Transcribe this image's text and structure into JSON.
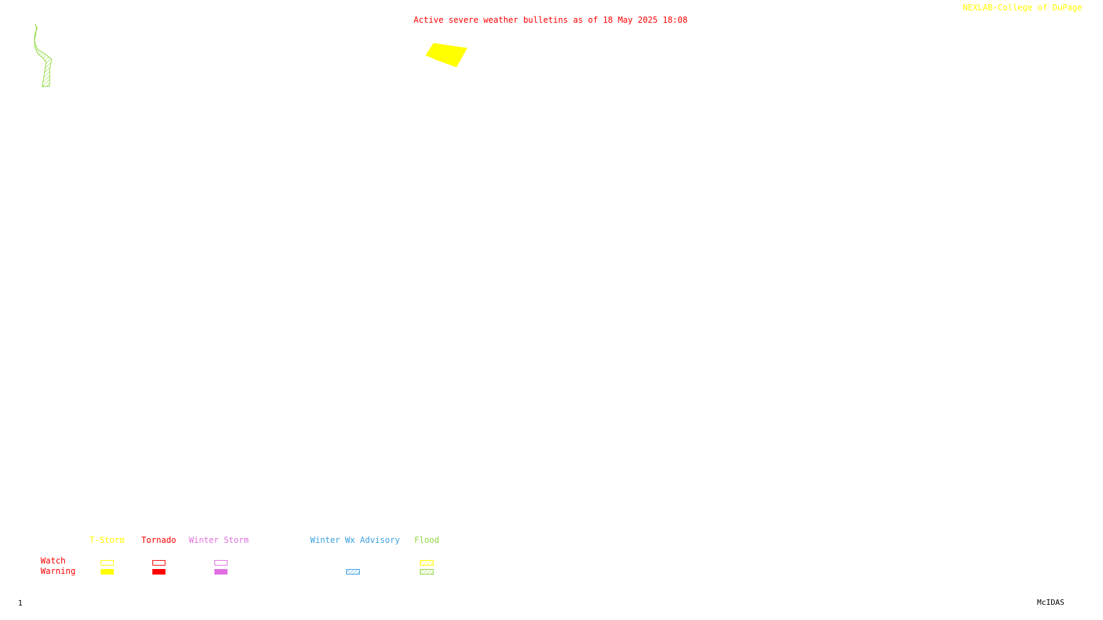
{
  "header": {
    "title": "Active severe weather bulletins as of 18 May 2025 18:08",
    "title_color": "#ff0000",
    "credit": "NEXLAB-College of DuPage",
    "credit_color": "#ffff00"
  },
  "legend": {
    "rows": [
      {
        "label": "Watch",
        "color": "#ff0000"
      },
      {
        "label": "Warning",
        "color": "#ff0000"
      }
    ],
    "columns": [
      {
        "label": "T-Storm",
        "color": "#ffff00",
        "watch_style": "outline",
        "warning_style": "filled"
      },
      {
        "label": "Tornado",
        "color": "#ff0000",
        "watch_style": "outline",
        "warning_style": "filled"
      },
      {
        "label": "Winter Storm",
        "color": "#e070e0",
        "watch_style": "outline",
        "warning_style": "filled"
      },
      {
        "label": "Winter Wx Advisory",
        "color": "#3aa0e0",
        "watch_style": "none",
        "warning_style": "hatched"
      },
      {
        "label": "Flood",
        "color": "#90d840",
        "watch_style": "hatched-yellow",
        "warning_style": "hatched"
      }
    ]
  },
  "footer": {
    "frame_number": "1",
    "software": "McIDAS"
  },
  "map_features": [
    {
      "type": "flood-warning",
      "color": "#90d840",
      "name": "flood-warning-polygon"
    },
    {
      "type": "tstorm-warning",
      "color": "#ffff00",
      "name": "tstorm-warning-polygon"
    }
  ]
}
